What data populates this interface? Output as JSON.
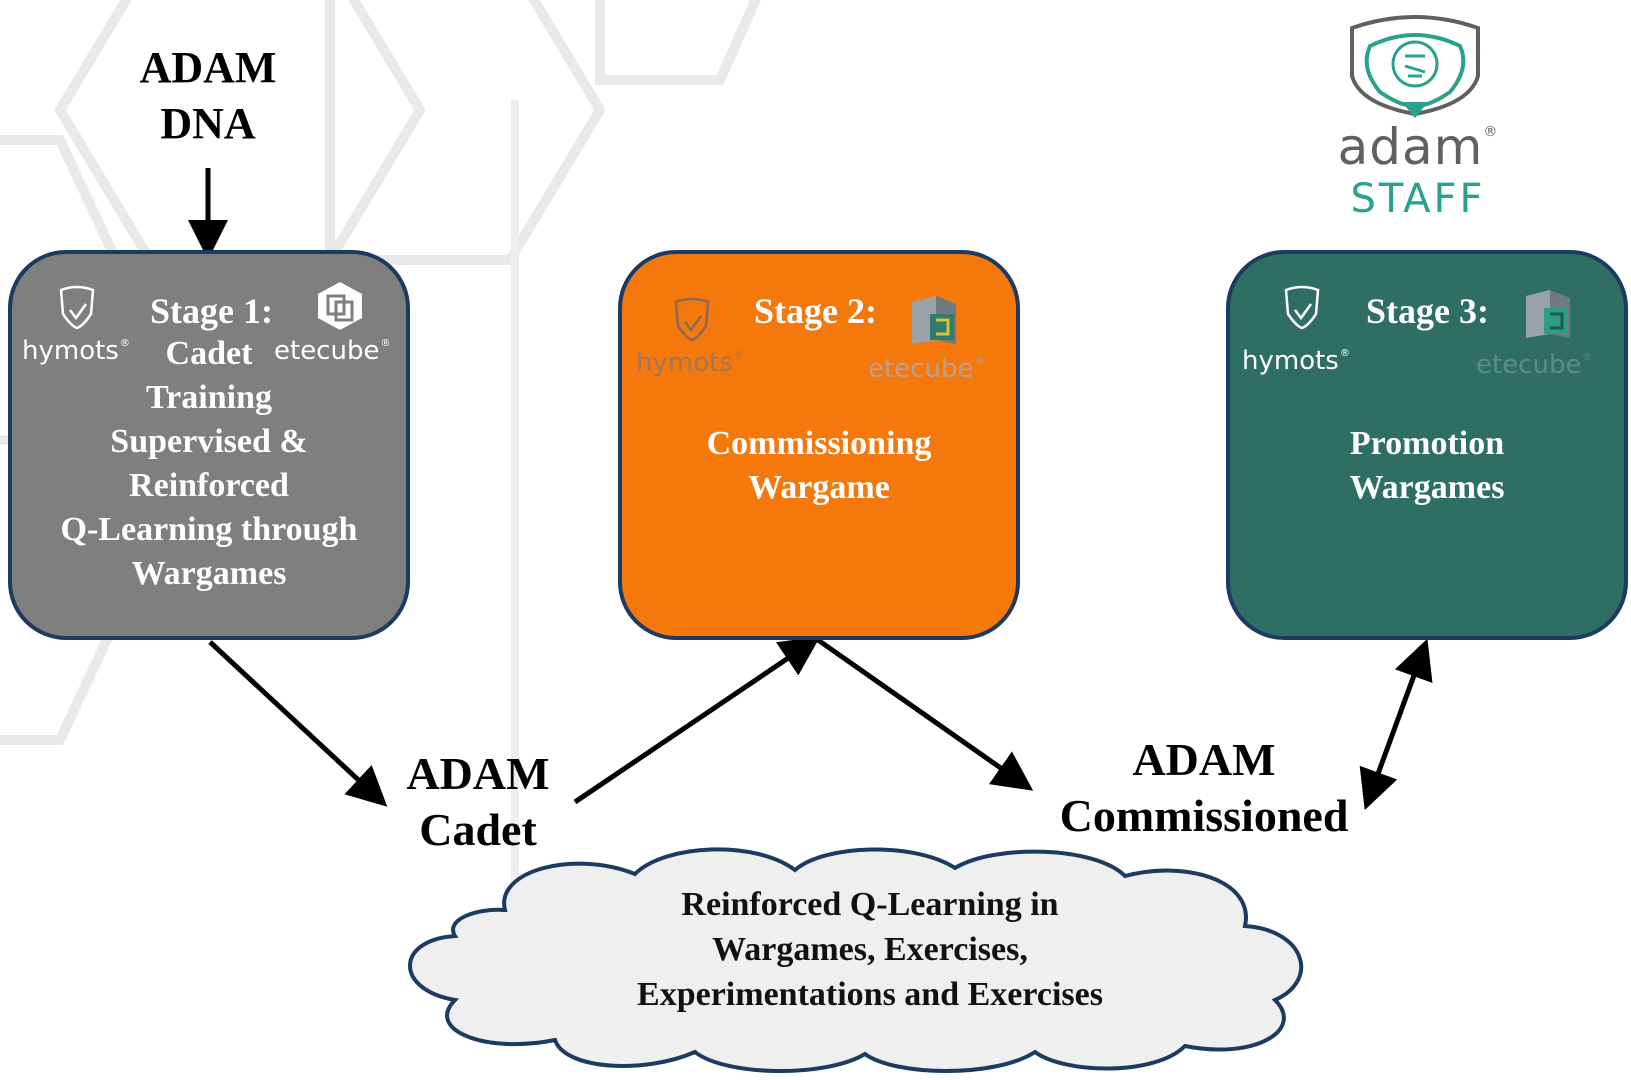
{
  "logo": {
    "word": "adam",
    "sub": "STAFF",
    "colors": {
      "grey": "#5f6060",
      "teal": "#2aa18f"
    }
  },
  "source_node": {
    "line1": "ADAM",
    "line2": "DNA"
  },
  "stages": [
    {
      "title": "Stage 1:",
      "lines": [
        "Cadet",
        "Training",
        "Supervised &",
        "Reinforced",
        "Q-Learning through",
        "Wargames"
      ],
      "brand_left": "hymots",
      "brand_right": "etecube",
      "color": "#7f7f7f"
    },
    {
      "title": "Stage 2:",
      "lines": [
        "Commissioning",
        "Wargame"
      ],
      "brand_left": "hymots",
      "brand_right": "etecube",
      "color": "#f4780b"
    },
    {
      "title": "Stage 3:",
      "lines": [
        "Promotion",
        "Wargames"
      ],
      "brand_left": "hymots",
      "brand_right": "etecube",
      "color": "#2f6f63"
    }
  ],
  "nodes": {
    "cadet": {
      "line1": "ADAM",
      "line2": "Cadet"
    },
    "commissioned": {
      "line1": "ADAM",
      "line2": "Commissioned"
    }
  },
  "cloud": {
    "lines": [
      "Reinforced Q-Learning in",
      "Wargames, Exercises,",
      "Experimentations and Exercises"
    ],
    "fill": "#efefef"
  },
  "icons": [
    "shield-brain-icon",
    "hymots-shield-icon",
    "etecube-cube-icon",
    "registered-icon"
  ]
}
